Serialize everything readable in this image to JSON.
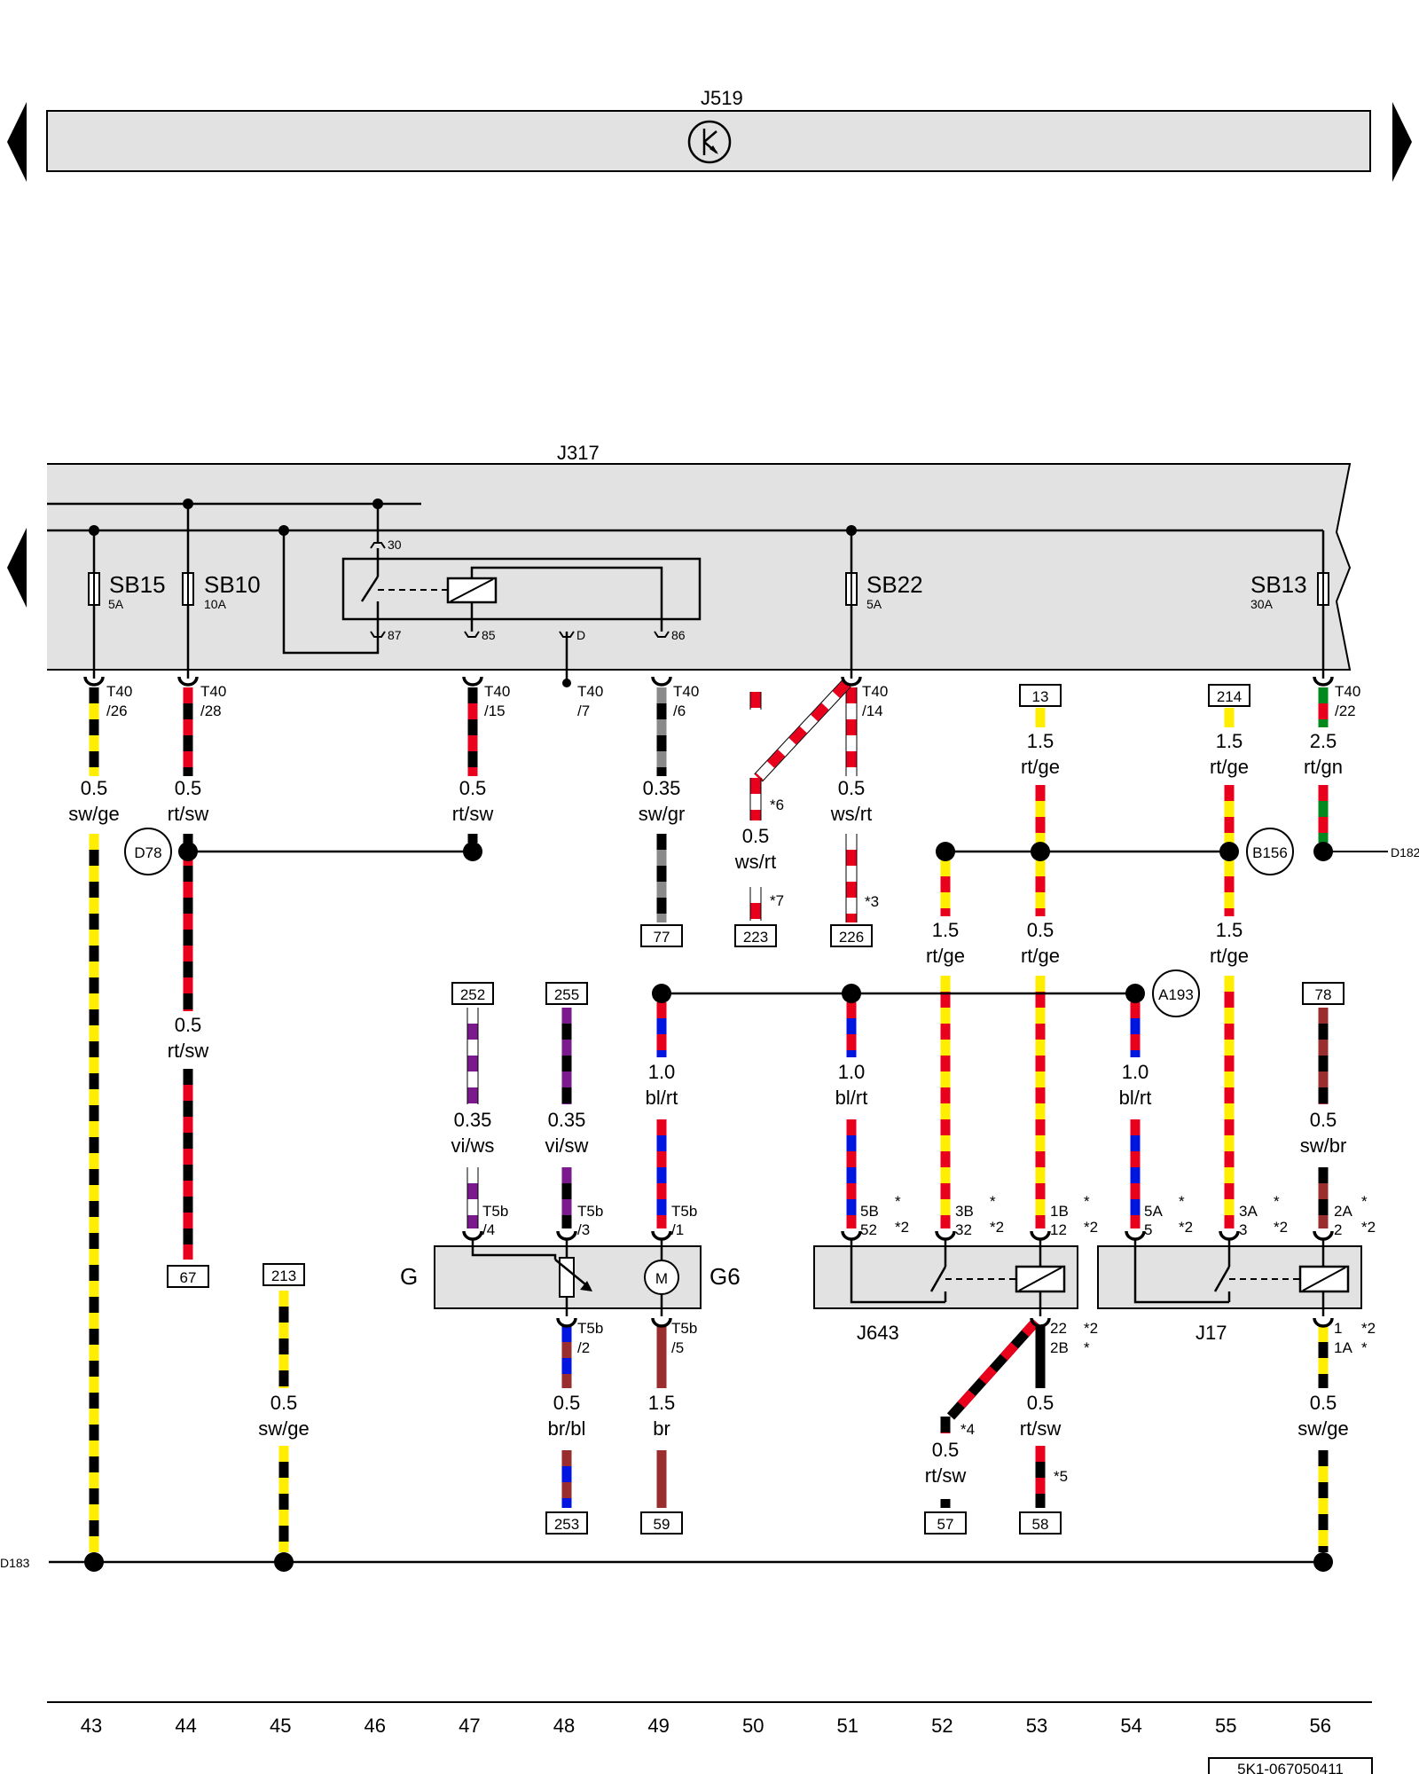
{
  "components": {
    "j519": "J519",
    "j317": "J317",
    "g": "G",
    "g6": "G6",
    "motor": "M",
    "j643": "J643",
    "j17": "J17"
  },
  "fuses": [
    {
      "id": "SB15",
      "rating": "5A"
    },
    {
      "id": "SB10",
      "rating": "10A"
    },
    {
      "id": "SB22",
      "rating": "5A"
    },
    {
      "id": "SB13",
      "rating": "30A"
    }
  ],
  "relay_pins": {
    "p30": "30",
    "p87": "87",
    "p85": "85",
    "pD": "D",
    "p86": "86"
  },
  "connectors": {
    "t40_26": [
      "T40",
      "/26"
    ],
    "t40_28": [
      "T40",
      "/28"
    ],
    "t40_15": [
      "T40",
      "/15"
    ],
    "t40_7": [
      "T40",
      "/7"
    ],
    "t40_6": [
      "T40",
      "/6"
    ],
    "t40_14": [
      "T40",
      "/14"
    ],
    "t40_22": [
      "T40",
      "/22"
    ],
    "t5b_4": [
      "T5b",
      "/4"
    ],
    "t5b_3": [
      "T5b",
      "/3"
    ],
    "t5b_1": [
      "T5b",
      "/1"
    ],
    "t5b_2": [
      "T5b",
      "/2"
    ],
    "t5b_5": [
      "T5b",
      "/5"
    ]
  },
  "relay_terminals": {
    "j643_a": [
      "5B",
      "52"
    ],
    "j643_b": [
      "3B",
      "32"
    ],
    "j643_c": [
      "1B",
      "12"
    ],
    "j643_d": [
      "22",
      "2B"
    ],
    "j17_a": [
      "5A",
      "5"
    ],
    "j17_b": [
      "3A",
      "3"
    ],
    "j17_c": [
      "2A",
      "2"
    ],
    "j17_d": [
      "1",
      "1A"
    ],
    "star": "*",
    "star2": "*2"
  },
  "wires": {
    "w43": [
      "0.5",
      "sw/ge"
    ],
    "w44": [
      "0.5",
      "rt/sw"
    ],
    "w44b": [
      "0.5",
      "rt/sw"
    ],
    "w45": [
      "0.5",
      "sw/ge"
    ],
    "w47": [
      "0.5",
      "rt/sw"
    ],
    "w47b": [
      "0.35",
      "vi/ws"
    ],
    "w48a": [
      "0.35",
      "vi/sw"
    ],
    "w48b": [
      "0.5",
      "br/bl"
    ],
    "w49a": [
      "0.35",
      "sw/gr"
    ],
    "w49b": [
      "1.0",
      "bl/rt"
    ],
    "w49c": [
      "1.5",
      "br"
    ],
    "w50": [
      "0.5",
      "ws/rt"
    ],
    "w51a": [
      "0.5",
      "ws/rt"
    ],
    "w51b": [
      "1.0",
      "bl/rt"
    ],
    "w52a": [
      "1.5",
      "rt/ge"
    ],
    "w52b": [
      "0.5",
      "rt/sw"
    ],
    "w53a": [
      "1.5",
      "rt/ge"
    ],
    "w53b": [
      "0.5",
      "rt/ge"
    ],
    "w53c": [
      "0.5",
      "rt/sw"
    ],
    "w54": [
      "1.0",
      "bl/rt"
    ],
    "w55a": [
      "1.5",
      "rt/ge"
    ],
    "w55b": [
      "1.5",
      "rt/ge"
    ],
    "w56a": [
      "2.5",
      "rt/gn"
    ],
    "w56b": [
      "0.5",
      "sw/br"
    ],
    "w56c": [
      "0.5",
      "sw/ge"
    ]
  },
  "references": {
    "r13": "13",
    "r214": "214",
    "r77": "77",
    "r223": "223",
    "r226": "226",
    "r252": "252",
    "r255": "255",
    "r78": "78",
    "r67": "67",
    "r213": "213",
    "r253": "253",
    "r59": "59",
    "r57": "57",
    "r58": "58"
  },
  "footnotes": {
    "n6": "*6",
    "n7": "*7",
    "n3": "*3",
    "n4": "*4",
    "n5": "*5"
  },
  "ground_points": {
    "d78": "D78",
    "b156": "B156",
    "a193": "A193",
    "d182": "D182",
    "d183": "D183"
  },
  "columns": [
    "43",
    "44",
    "45",
    "46",
    "47",
    "48",
    "49",
    "50",
    "51",
    "52",
    "53",
    "54",
    "55",
    "56"
  ],
  "doc_number": "5K1-067050411",
  "colors": {
    "red": "#e8001c",
    "yellow": "#ffee00",
    "black": "#000000",
    "white": "#ffffff",
    "blue": "#0016e0",
    "violet": "#7a1a8c",
    "brown": "#9a2e2e",
    "gray": "#8a8a8a",
    "green": "#008a1e",
    "panel": "#e2e2e2"
  }
}
